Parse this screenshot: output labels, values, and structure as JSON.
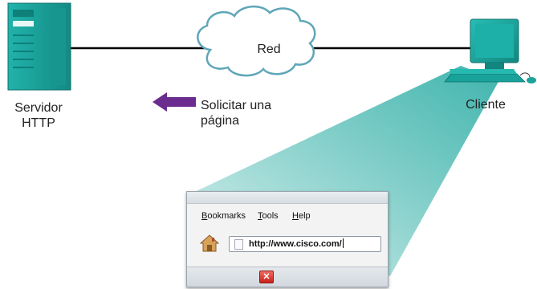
{
  "nodes": {
    "server": {
      "label_line1": "Servidor",
      "label_line2": "HTTP"
    },
    "network": {
      "label": "Red"
    },
    "client": {
      "label": "Cliente"
    }
  },
  "request": {
    "label_line1": "Solicitar una",
    "label_line2": "página",
    "arrow_color": "#6a2c8e"
  },
  "browser": {
    "menu": [
      "Bookmarks",
      "Tools",
      "Help"
    ],
    "url": "http://www.cisco.com/",
    "close_glyph": "✕"
  },
  "colors": {
    "teal": "#1aa6a0",
    "beam": "#bfe6e2",
    "cloud_stroke": "#5fa6b8",
    "link": "#000000"
  }
}
